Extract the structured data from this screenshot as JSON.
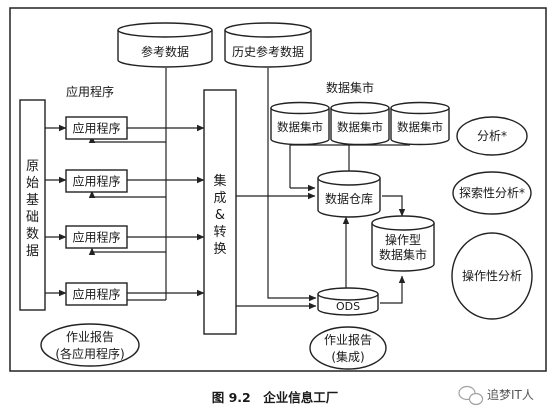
{
  "diagram": {
    "raw_data": "原始基础数据",
    "applications_group_label": "应用程序",
    "app_label": "应用程序",
    "reference_data": "参考数据",
    "historical_reference_data": "历史参考数据",
    "integration": "集成&转换",
    "data_marts_group_label": "数据集市",
    "data_mart_label": "数据集市",
    "data_warehouse": "数据仓库",
    "operational_data_mart": "操作型数据集市",
    "ods": "ODS",
    "analysis": "分析*",
    "exploratory_analysis": "探索性分析*",
    "operational_analysis": "操作性分析",
    "ops_report_apps_line1": "作业报告",
    "ops_report_apps_line2": "(各应用程序)",
    "ops_report_integrated_line1": "作业报告",
    "ops_report_integrated_line2": "(集成)",
    "caption": "图 9.2　企业信息工厂",
    "watermark": "追梦IT人"
  }
}
